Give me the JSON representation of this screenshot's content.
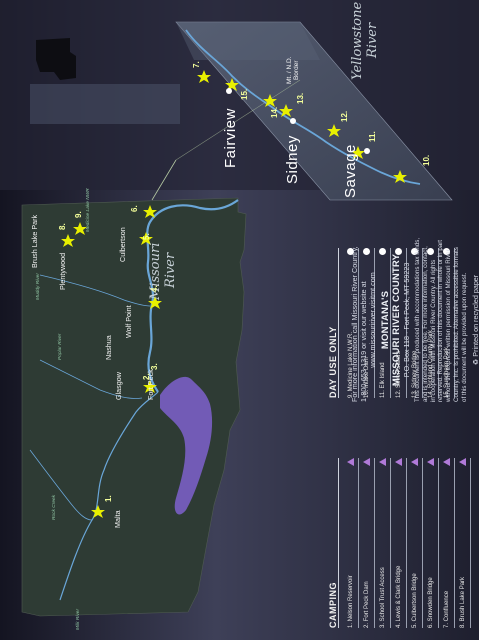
{
  "colors": {
    "land": "#2e3b34",
    "water": "#6aa6d8",
    "lake": "#7a5fc4",
    "star": "#e8f000",
    "river_label": "#c8d2d8"
  },
  "legend": {
    "camping_heading": "CAMPING",
    "day_use_heading": "DAY USE ONLY",
    "camping": [
      "1. Nelson Reservoir",
      "2. Fort Peck Dam",
      "3. School Trust Access",
      "4. Lewis & Clark Bridge",
      "5. Culbertson Bridge",
      "6. Snowden Bridge",
      "7. Confluence",
      "8. Brush Lake Park"
    ],
    "day_use": [
      "9. Medicine Lake N.W.R.",
      "10. Intake Dam",
      "11. Elk Island",
      "12. Seven Sisters",
      "13. Sidney Bridge",
      "14. Richland County Park",
      "15. Sundheim Park"
    ]
  },
  "info": {
    "line1": "For more information call Missouri River Country,",
    "line2": "1-800-653-1319 or visit our website at",
    "website": "www.missouririver.visitmt.com",
    "org1": "MONTANA'S",
    "org2": "MISSOURI RIVER COUNTRY",
    "address": "P.O. Box 118 · Fort Peck, MT 59223",
    "disclaimer": [
      "This document is produced with accommodations tax funds,",
      "and is intended to be free. For more information, contact,",
      "in cooperation with Missouri River Country. All rights",
      "reserved. Reproduction of this document in whole or in part",
      "without the express written permission of Missouri River",
      "Country, Inc. is prohibited. Alternative accessible formats",
      "of this document will be provided upon request."
    ],
    "recycled": "Printed on recycled paper"
  },
  "towns": {
    "malta": "Malta",
    "glasgow": "Glasgow",
    "fort_peck": "Fort Peck",
    "nashua": "Nashua",
    "wolf_point": "Wolf Point",
    "plentywood": "Plentywood",
    "brush_lake_park": "Brush Lake Park",
    "culbertson": "Culbertson",
    "medicine_lake": "Medicine Lake NWR",
    "fairview": "Fairview",
    "sidney": "Sidney",
    "savage": "Savage",
    "border_line1": "Mt. / N.D.",
    "border_line2": "Border"
  },
  "rivers": {
    "missouri_1": "Missouri",
    "missouri_2": "River",
    "yellowstone_1": "Yellowstone",
    "yellowstone_2": "River",
    "milk": "Milk River",
    "rock_creek": "Rock Creek",
    "poplar": "Poplar River",
    "muddy": "Muddy River"
  },
  "sites": {
    "s1": "1.",
    "s2": "2.",
    "s3": "3.",
    "s4": "4.",
    "s5": "5.",
    "s6": "6.",
    "s7": "7.",
    "s8": "8.",
    "s9": "9.",
    "s10": "10.",
    "s11": "11.",
    "s12": "12.",
    "s13": "13.",
    "s14": "14.",
    "s15": "15."
  }
}
